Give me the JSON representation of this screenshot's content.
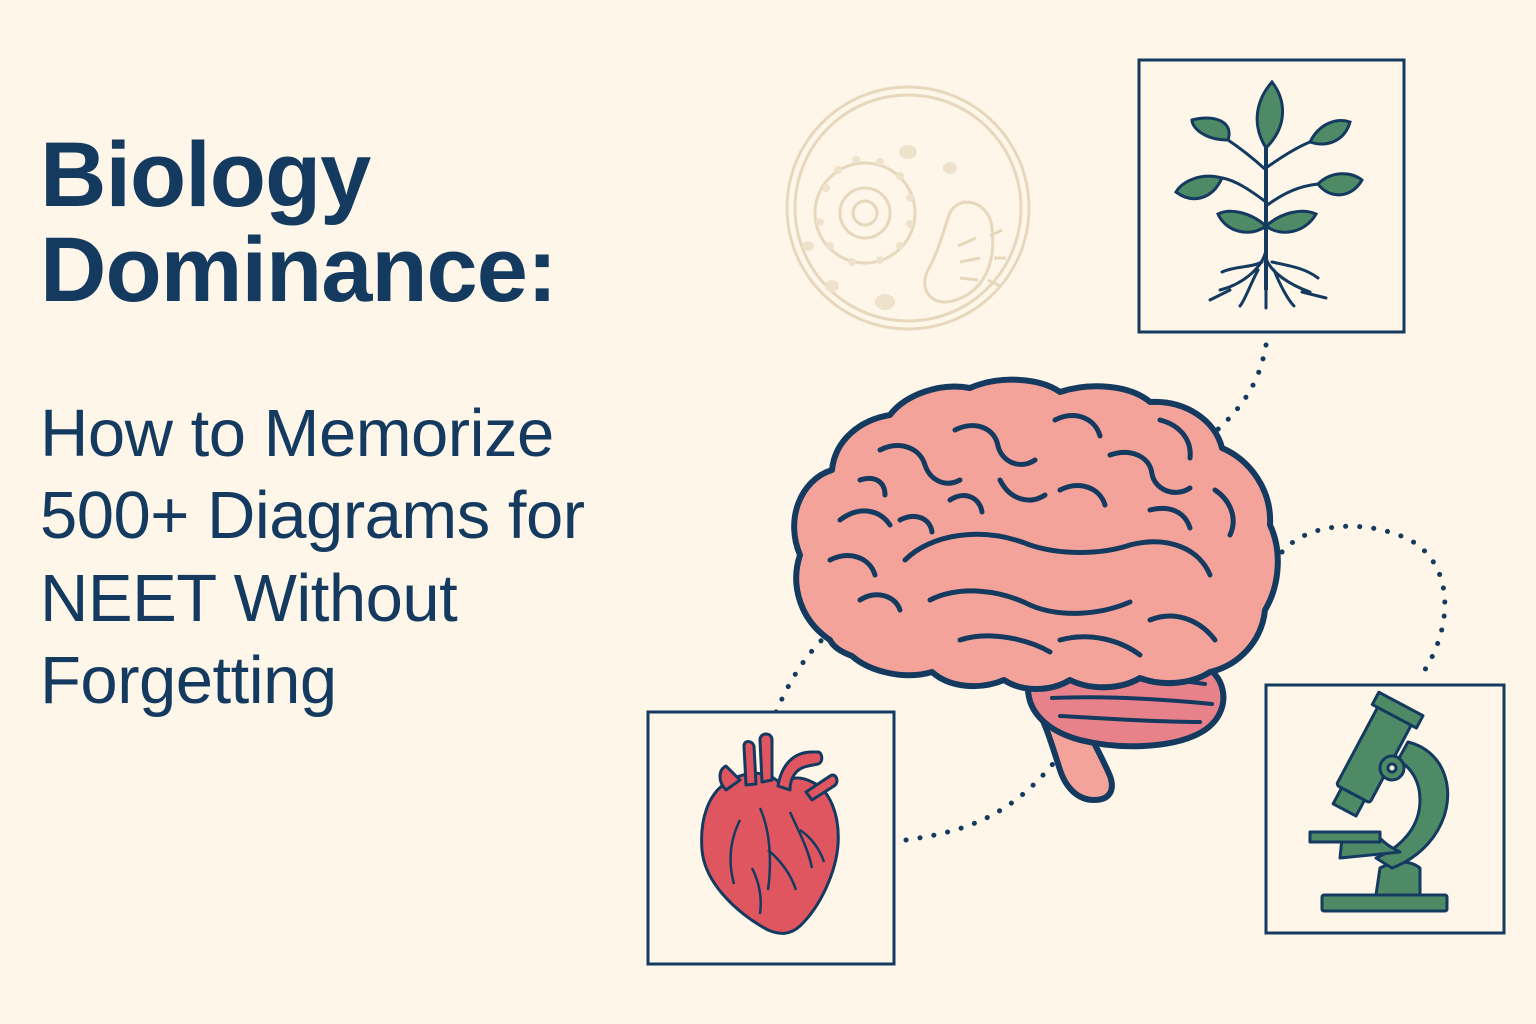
{
  "heading": {
    "title_lines": [
      "Biology",
      "Dominance:"
    ],
    "subtitle_lines": [
      "How to Memorize",
      "500+ Diagrams for",
      "NEET Without",
      "Forgetting"
    ]
  },
  "illustrations": {
    "center": "brain-icon",
    "background": "cell-icon",
    "cards": [
      "plant-icon",
      "heart-icon",
      "microscope-icon"
    ]
  },
  "colors": {
    "background": "#fdf6e9",
    "navy": "#143a60",
    "brain_pink": "#f4a39b",
    "heart_red": "#e05660",
    "leaf_green": "#4f8a66",
    "cell_beige": "#e9dcc4"
  }
}
